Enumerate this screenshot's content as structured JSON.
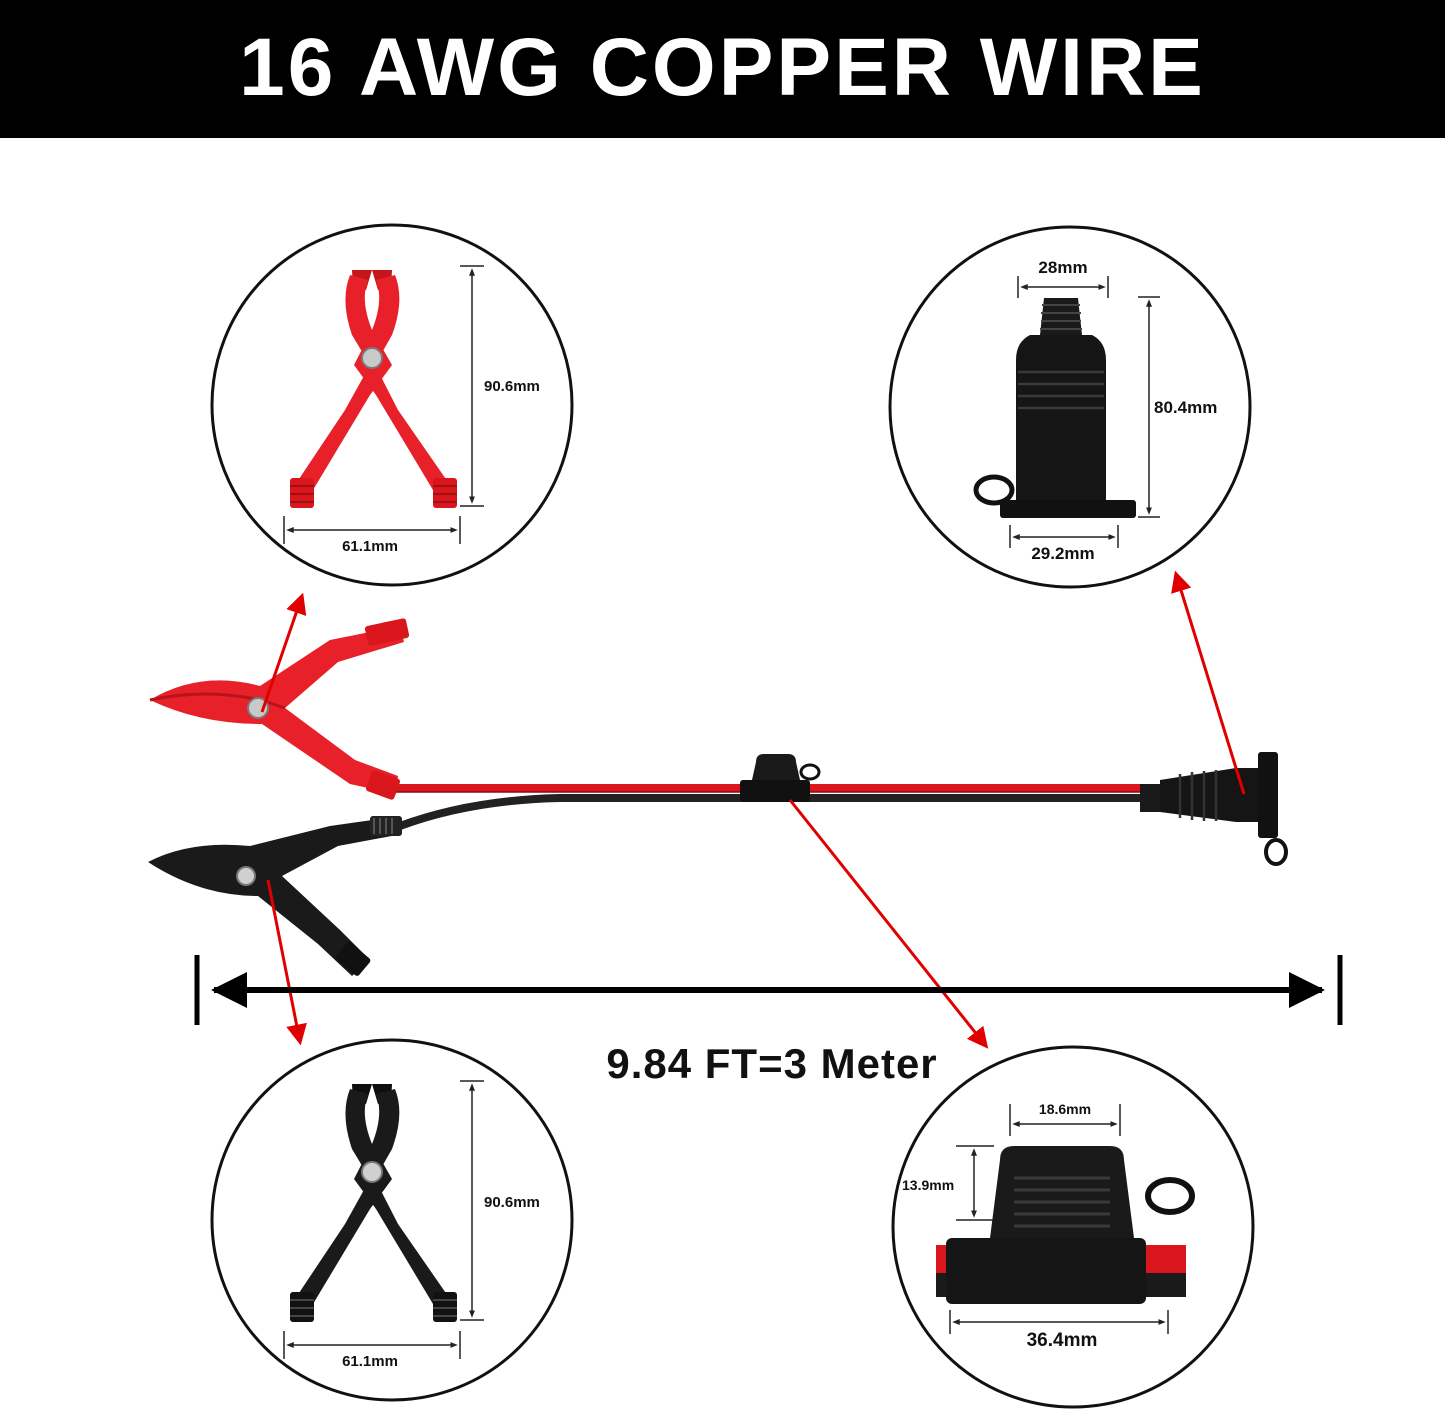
{
  "title": "16 AWG COPPER WIRE",
  "length_label": "9.84 FT=3 Meter",
  "callouts": {
    "red_clamp": {
      "height": "90.6mm",
      "width": "61.1mm"
    },
    "black_clamp": {
      "height": "90.6mm",
      "width": "61.1mm"
    },
    "socket": {
      "top_width": "28mm",
      "height": "80.4mm",
      "base_width": "29.2mm"
    },
    "fuse_holder": {
      "top_width": "18.6mm",
      "height": "13.9mm",
      "width": "36.4mm"
    }
  },
  "colors": {
    "banner": "#000000",
    "banner_text": "#ffffff",
    "red_clamp": "#e8202a",
    "black_parts": "#1a1a1a",
    "arrow": "#e00000",
    "wire_red": "#d9161c",
    "wire_black": "#222222"
  }
}
